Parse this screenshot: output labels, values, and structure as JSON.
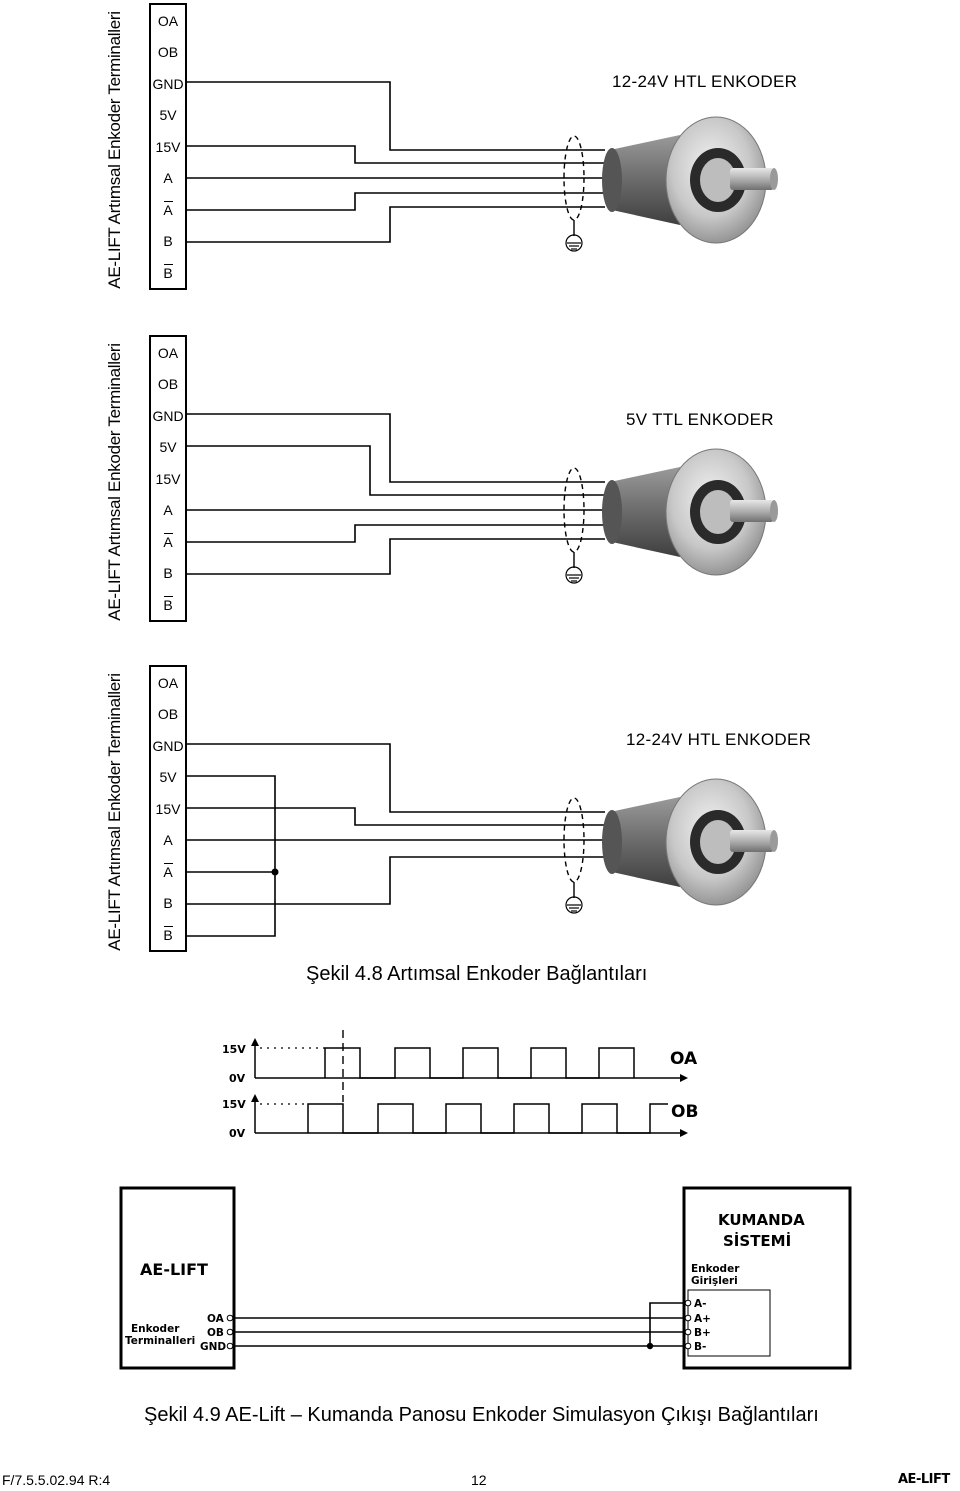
{
  "panels": [
    {
      "side_label": "AE-LIFT Artımsal Enkoder Terminalleri",
      "terminals": [
        "OA",
        "OB",
        "GND",
        "5V",
        "15V",
        "A",
        "A",
        "B",
        "B"
      ],
      "encoder_title": "12-24V HTL ENKODER"
    },
    {
      "side_label": "AE-LIFT Artımsal Enkoder Terminalleri",
      "terminals": [
        "OA",
        "OB",
        "GND",
        "5V",
        "15V",
        "A",
        "A",
        "B",
        "B"
      ],
      "encoder_title": "5V TTL ENKODER"
    },
    {
      "side_label": "AE-LIFT Artımsal Enkoder Terminalleri",
      "terminals": [
        "OA",
        "OB",
        "GND",
        "5V",
        "15V",
        "A",
        "A",
        "B",
        "B"
      ],
      "encoder_title": "12-24V HTL ENKODER"
    }
  ],
  "figure_4_8_caption": "Şekil 4.8 Artımsal Enkoder Bağlantıları",
  "waveform": {
    "channels": [
      {
        "name": "OA",
        "high_label": "15V",
        "low_label": "0V"
      },
      {
        "name": "OB",
        "high_label": "15V",
        "low_label": "0V"
      }
    ]
  },
  "simulation": {
    "left_box_title": "AE-LIFT",
    "left_terminals_label_1": "Enkoder",
    "left_terminals_label_2": "Terminalleri",
    "left_pins": [
      "OA",
      "OB",
      "GND"
    ],
    "right_box_title_1": "KUMANDA",
    "right_box_title_2": "SİSTEMİ",
    "right_inputs_label_1": "Enkoder",
    "right_inputs_label_2": "Girişleri",
    "right_pins": [
      "A-",
      "A+",
      "B+",
      "B-"
    ]
  },
  "figure_4_9_caption": "Şekil 4.9 AE-Lift – Kumanda Panosu Enkoder Simulasyon Çıkışı Bağlantıları",
  "footer": {
    "doc_code": "F/7.5.5.02.94  R:4",
    "page_number": "12",
    "brand": "AE-LIFT"
  }
}
